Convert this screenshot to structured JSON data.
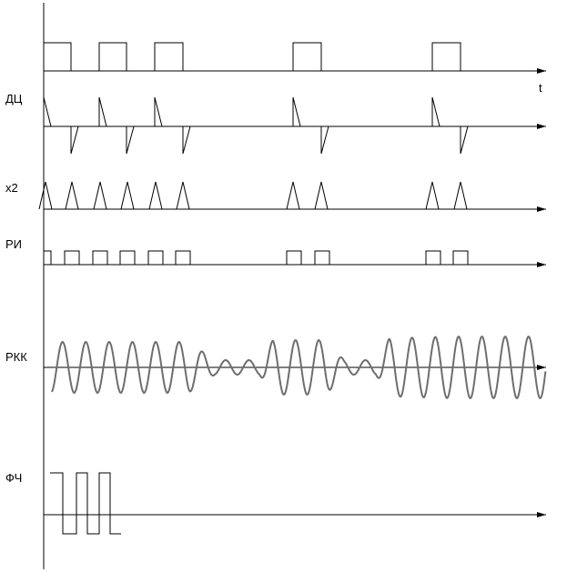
{
  "axis_t_label": "t",
  "rows": [
    {
      "id": "pulse",
      "label": ""
    },
    {
      "id": "dc",
      "label": "ДЦ"
    },
    {
      "id": "x2",
      "label": "x2"
    },
    {
      "id": "ri",
      "label": "РИ"
    },
    {
      "id": "rkk",
      "label": "РКК"
    },
    {
      "id": "fch",
      "label": "ФЧ"
    }
  ],
  "colors": {
    "line": "#000000",
    "carrier": "#6e6e6e"
  }
}
